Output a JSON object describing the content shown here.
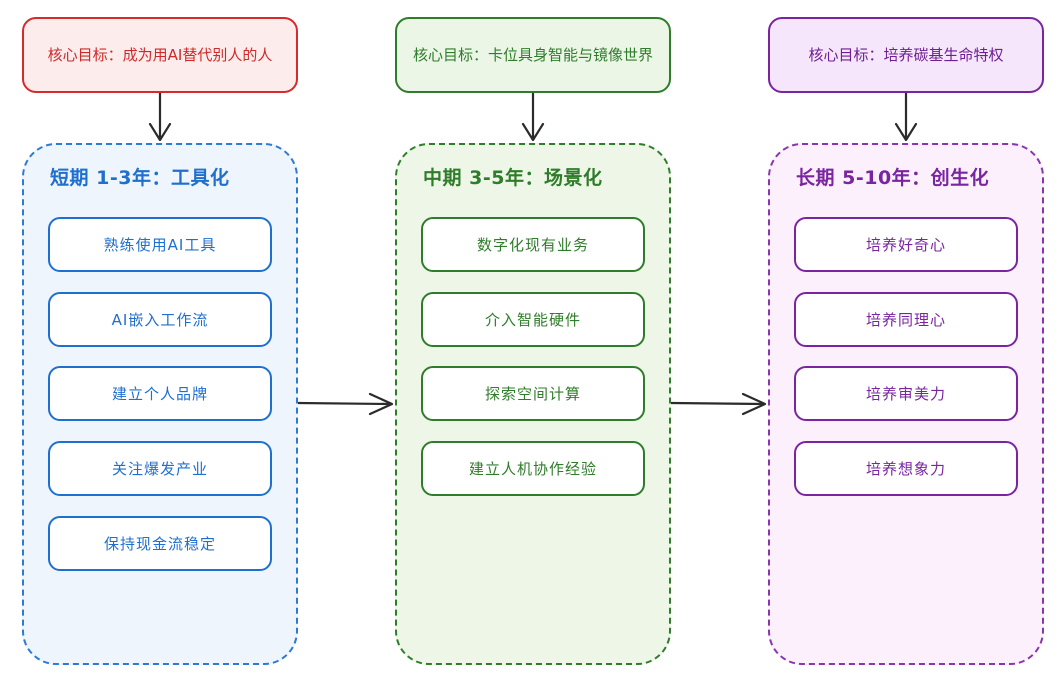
{
  "goals": [
    {
      "text": "核心目标：成为用AI替代别人的人"
    },
    {
      "text": "核心目标：卡位具身智能与镜像世界"
    },
    {
      "text": "核心目标：培养碳基生命特权"
    }
  ],
  "phases": [
    {
      "title": "短期 1-3年：工具化",
      "items": [
        "熟练使用AI工具",
        "AI嵌入工作流",
        "建立个人品牌",
        "关注爆发产业",
        "保持现金流稳定"
      ]
    },
    {
      "title": "中期 3-5年：场景化",
      "items": [
        "数字化现有业务",
        "介入智能硬件",
        "探索空间计算",
        "建立人机协作经验"
      ]
    },
    {
      "title": "长期 5-10年：创生化",
      "items": [
        "培养好奇心",
        "培养同理心",
        "培养审美力",
        "培养想象力"
      ]
    }
  ],
  "colors": {
    "red": "#d52b2b",
    "green": "#2f7d2a",
    "blue": "#1f6fcf",
    "purple": "#7a24a0",
    "connector": "#2b2b2b"
  }
}
